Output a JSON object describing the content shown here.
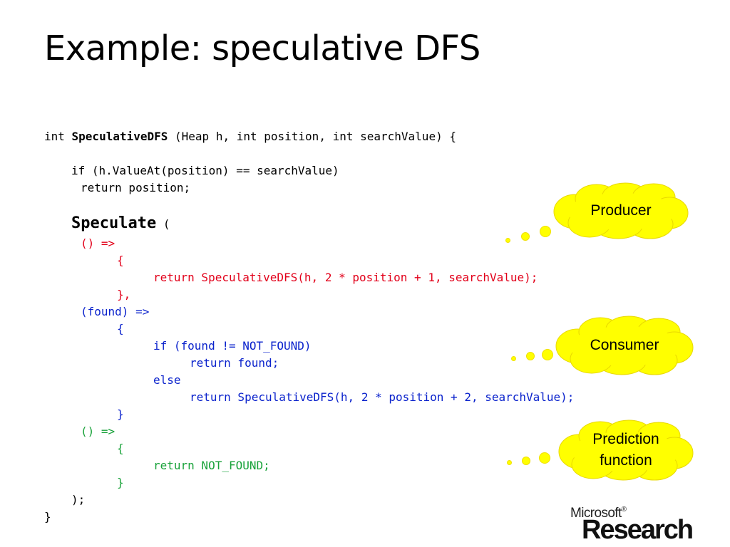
{
  "slide": {
    "title": "Example: speculative DFS"
  },
  "code": {
    "l1_a": "int ",
    "l1_b": "SpeculativeDFS",
    "l1_c": " (Heap h, int position, int searchValue) {",
    "l2": "if (h.ValueAt(position) == searchValue)",
    "l3": "return position;",
    "l4_a": "Speculate",
    "l4_b": " (",
    "l5": "() =>",
    "l6": "{",
    "l7": "return SpeculativeDFS(h, 2 * position + 1, searchValue);",
    "l8": "},",
    "l9": "(found) =>",
    "l10": "{",
    "l11": "if (found != NOT_FOUND)",
    "l12": "return found;",
    "l13": "else",
    "l14": "return SpeculativeDFS(h, 2 * position + 2, searchValue);",
    "l15": "}",
    "l16": "() =>",
    "l17": "{",
    "l18": "return NOT_FOUND;",
    "l19": "}",
    "l20": ");",
    "l21": "}"
  },
  "callouts": {
    "producer": "Producer",
    "consumer": "Consumer",
    "prediction_line1": "Prediction",
    "prediction_line2": "function"
  },
  "logo": {
    "company": "Microsoft",
    "reg": "®",
    "division": "Research"
  },
  "colors": {
    "red": "#e2001a",
    "blue": "#0a22cc",
    "green": "#19a23a",
    "bubble": "#ffff00"
  }
}
